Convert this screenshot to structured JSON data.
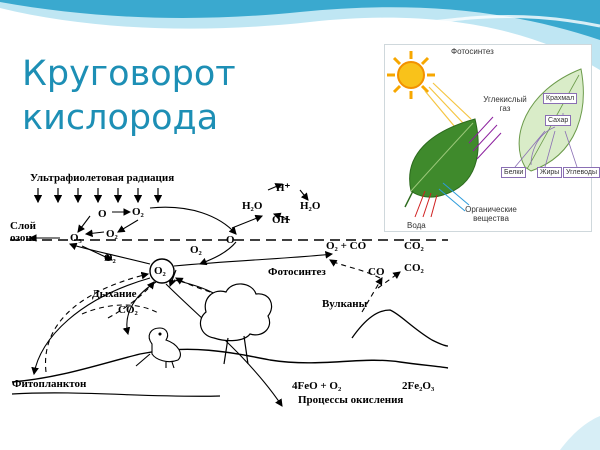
{
  "slide": {
    "title_line1": "Круговорот",
    "title_line2": "кислорода",
    "colors": {
      "title": "#1d8fb5",
      "wave_dark": "#3aa9cf",
      "wave_light": "#bfe6f3"
    }
  },
  "photosynthesis_panel": {
    "title": "Фотосинтез",
    "co2_label": "Углекислый газ",
    "water_label": "Вода",
    "organics_label": "Органические вещества",
    "box_starch": "Крахмал",
    "box_sugar": "Сахар",
    "box_proteins": "Белки",
    "box_fats": "Жиры",
    "box_carbs": "Углеводы"
  },
  "cycle_diagram": {
    "uv": "Ультрафиолетовая радиация",
    "ozone_layer": "Слой озона",
    "o3": "O₃",
    "o2_top": "O₂",
    "o_left": "O",
    "o_mid": "O",
    "o_right": "O",
    "o2_center": "O₂",
    "o2_a": "O₂",
    "o2_b": "O₂",
    "o2_c": "O₂",
    "h_plus": "H⁺",
    "h2o_left": "H₂O",
    "h2o_right": "H₂O",
    "oh": "OH",
    "o2_co": "O₂ + CO",
    "co2_right": "CO₂",
    "co": "CO",
    "co2_lower": "CO₂",
    "photosynthesis": "Фотосинтез",
    "respiration": "Дыхание",
    "co2_resp": "CO₂",
    "volcanoes": "Вулканы",
    "phytoplankton": "Фитопланктон",
    "oxidation_eq_left": "4FeO + O₂",
    "oxidation_eq_right": "2Fe₂O₃",
    "oxidation": "Процессы окисления"
  }
}
